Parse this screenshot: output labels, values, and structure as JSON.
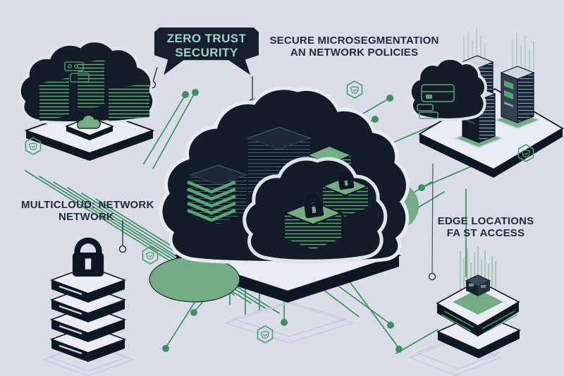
{
  "scene": {
    "background": "#d9dde7",
    "description": "isometric cloud network security illustration"
  },
  "labels": {
    "zero_trust": {
      "line1": "ZERO TRUST",
      "line2": "SECURITY"
    },
    "microsegmentation": {
      "line1": "SECURE MICROSEGMENTATION",
      "line2": "AN NETWORK POLICIES"
    },
    "multicloud": {
      "line1": "MULTICLOUD: NETWORK",
      "line2": "NETWORK"
    },
    "edge": {
      "line1": "EDGE LOCATIONS",
      "line2": "FA ST ACCESS"
    }
  },
  "colors": {
    "ink": "#131d28",
    "accent_green": "#5ba275",
    "pad_green": "#74ad83",
    "circuit_green": "#3e8e63",
    "banner_bg": "#15202c",
    "banner_text": "#9fd4c9",
    "platform_top": "#e9edf3",
    "label_text": "#232c38"
  },
  "icons": {
    "security_shield": "hexagon-shield-icon",
    "padlock": "padlock-icon",
    "cloud": "cloud-icon"
  }
}
